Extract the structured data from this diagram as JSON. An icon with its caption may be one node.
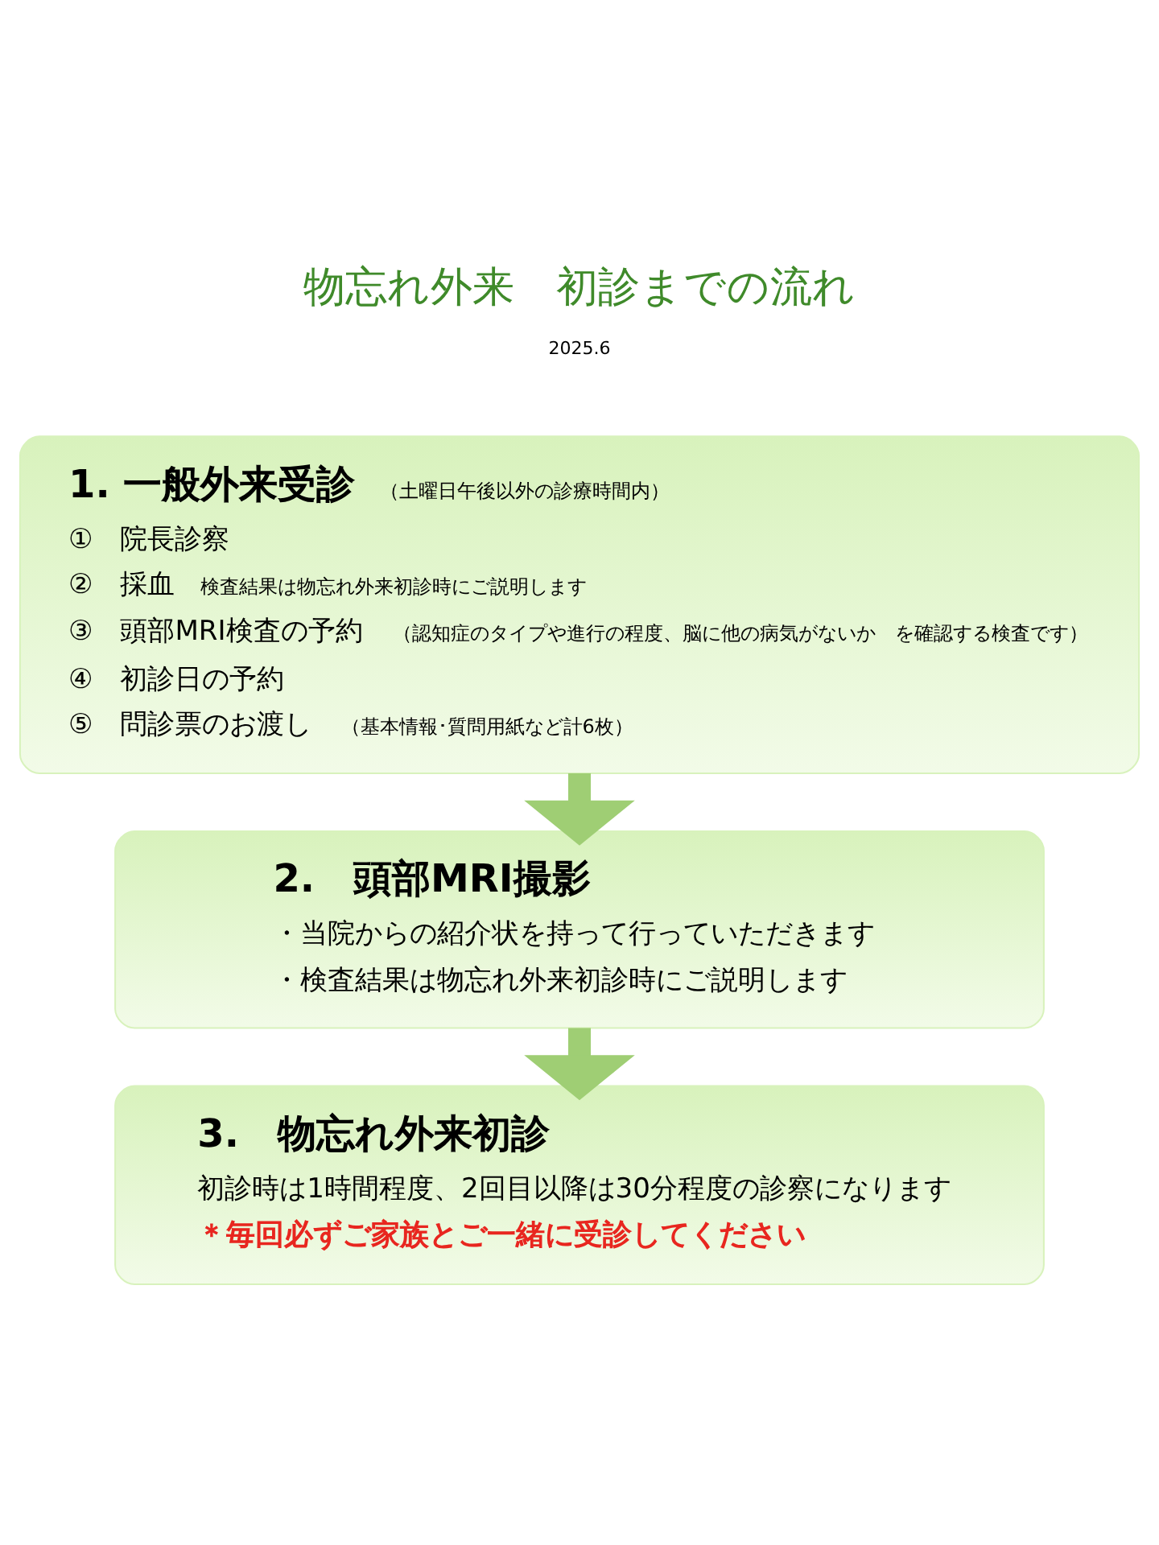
{
  "diagram": {
    "title": "物忘れ外来　初診までの流れ",
    "nodes": [
      {
        "text": [
          "1. 一般外来受診",
          "（土曜日午後以外の診療時間内）",
          "①　院長診察",
          "②　採血",
          "検査結果は物忘れ外来初診時にご説明します",
          "③　頭部MRI検査の予約",
          "（認知症のタイプや進行の程度、脳に他の病気がないか　を確認する検査です）",
          "④　初診日の予約",
          "⑤　問診票のお渡し",
          "（基本情報･質問用紙など計6枚）"
        ]
      },
      {
        "text": [
          "2.　頭部MRI撮影",
          "・当院からの紹介状を持って行っていただきます",
          "・検査結果は物忘れ外来初診時にご説明します"
        ]
      },
      {
        "text": [
          "3.　物忘れ外来初診",
          "初診時は1時間程度、2回目以降は30分程度の診察になります",
          "＊毎回必ずご家族とご一緒に受診してください"
        ]
      }
    ],
    "edges": [
      {
        "from": 0,
        "to": 1,
        "arrow": "to"
      },
      {
        "from": 1,
        "to": 2,
        "arrow": "to"
      }
    ],
    "labels": [
      "2025.6"
    ]
  }
}
